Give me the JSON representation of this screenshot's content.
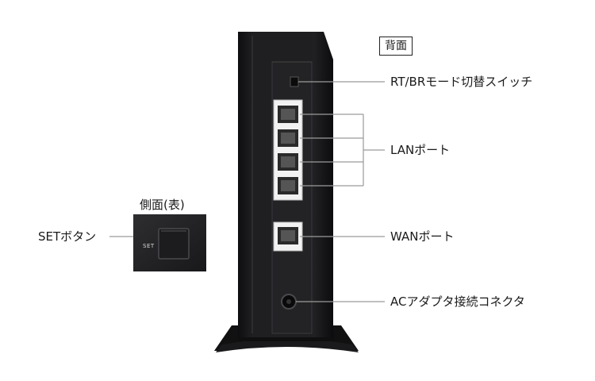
{
  "view_label": "背面",
  "callouts": {
    "mode_switch": "RT/BRモード切替スイッチ",
    "lan_port": "LANポート",
    "wan_port": "WANポート",
    "ac_adapter": "ACアダプタ接続コネクタ",
    "set_button": "SETボタン"
  },
  "inset": {
    "title": "側面(表)",
    "button_text": "SET"
  },
  "colors": {
    "device_body": "#1c1c1e",
    "device_panel": "#242427",
    "port_housing": "#f2f2f2",
    "leader_line": "#9a9a9a"
  }
}
